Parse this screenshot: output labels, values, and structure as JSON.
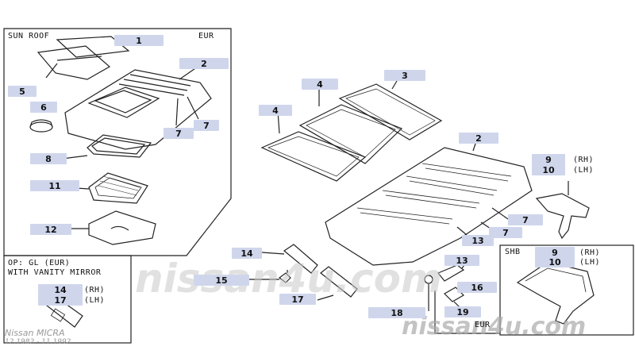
{
  "panels": {
    "sunroof": {
      "title": "SUN ROOF",
      "region": "EUR"
    },
    "option": {
      "line1": "OP: GL (EUR)",
      "line2": "WITH VANITY MIRROR",
      "rh": "(RH)",
      "lh": "(LH)"
    },
    "shb": {
      "title": "SHB",
      "rh": "(RH)",
      "lh": "(LH)"
    },
    "eur_small": "EUR"
  },
  "labels": {
    "rh": "(RH)",
    "lh": "(LH)"
  },
  "callouts": {
    "c1": "1",
    "c2a": "2",
    "c5": "5",
    "c6": "6",
    "c7a": "7",
    "c7b": "7",
    "c8": "8",
    "c11": "11",
    "c12": "12",
    "c4a": "4",
    "c3": "3",
    "c4b": "4",
    "c2b": "2",
    "c9a": "9",
    "c10a": "10",
    "c7c": "7",
    "c7d": "7",
    "c13a": "13",
    "c13b": "13",
    "c14a": "14",
    "c15": "15",
    "c17a": "17",
    "c16": "16",
    "c18": "18",
    "c19": "19",
    "c9b": "9",
    "c10b": "10",
    "c14b": "14",
    "c17b": "17"
  },
  "watermark": {
    "big": "nissan4u.com",
    "bottom": "nissan4u.com"
  },
  "footer": {
    "model": "Nissan MICRA",
    "dates": "12.1982 - 11.1992"
  },
  "colors": {
    "callout": "#cfd6ec",
    "line": "#222222",
    "watermark": "#c8c8c8"
  }
}
